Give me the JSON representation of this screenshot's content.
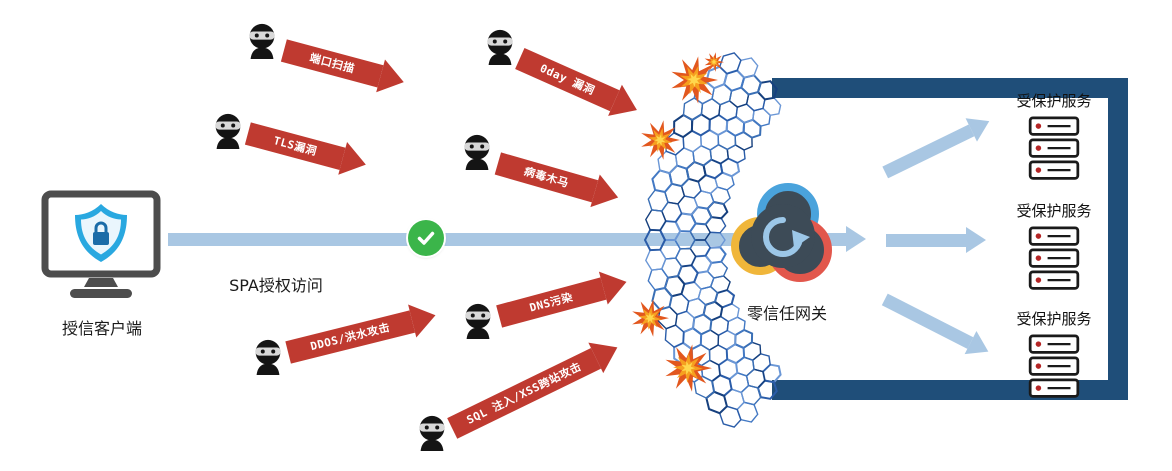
{
  "diagram": {
    "client": {
      "label": "授信客户端"
    },
    "spa_arrow": {
      "label": "SPA授权访问"
    },
    "gateway": {
      "label": "零信任网关"
    },
    "attacks": [
      {
        "label": "端口扫描"
      },
      {
        "label": "TLS漏洞"
      },
      {
        "label": "0day 漏洞"
      },
      {
        "label": "病毒木马"
      },
      {
        "label": "DDOS/洪水攻击"
      },
      {
        "label": "DNS污染"
      },
      {
        "label": "SQL 注入/XSS跨站攻击"
      }
    ],
    "protected_services": [
      {
        "label": "受保护服务"
      },
      {
        "label": "受保护服务"
      },
      {
        "label": "受保护服务"
      }
    ],
    "icons": {
      "client": "monitor-shield-icon",
      "check": "check-circle-icon",
      "attacker": "hacker-icon",
      "gateway": "zero-trust-gateway-icon",
      "server": "server-stack-icon",
      "mesh": "hex-shield-mesh",
      "explosion": "explosion-burst"
    },
    "colors": {
      "attack_red": "#bf3a30",
      "flow_blue": "#a9c7e3",
      "check_green": "#3bb54a",
      "frame_navy": "#1f4e79",
      "mesh_blue": "#3a6fb5",
      "explosion_orange": "#e2571e"
    }
  }
}
